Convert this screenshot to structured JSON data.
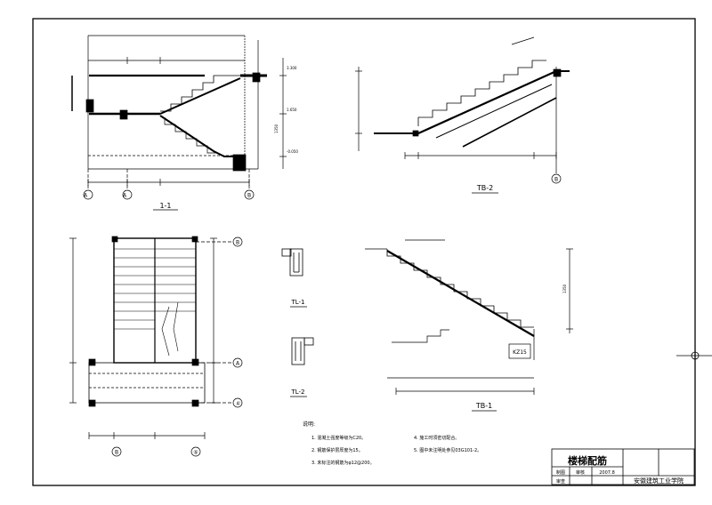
{
  "views": {
    "section_1_1": {
      "label": "1-1",
      "axes": [
        "A",
        "A",
        "B"
      ],
      "lvl_top": "3.300",
      "lvl_mid": "1.650",
      "lvl_low": "-0.050",
      "dim_height": "1350"
    },
    "tb2": {
      "label": "TB-2",
      "axis": "B"
    },
    "plan": {
      "axes_right": [
        "B",
        "A",
        "A'"
      ],
      "axes_bottom": [
        "B",
        "⑤"
      ]
    },
    "tl1": {
      "label": "TL-1"
    },
    "tl2": {
      "label": "TL-2"
    },
    "tb1": {
      "label": "TB-1",
      "pier": "KZ15",
      "dim_height": "1350"
    }
  },
  "notes": {
    "title": "说明:",
    "items": [
      "1. 混凝土强度等级为C20。",
      "2. 钢筋保护层厚度为15。",
      "3. 未标注的钢筋为φ12@200。",
      "4. 施工时须密切配合。",
      "5. 图中未注明处参见03G101-2。"
    ]
  },
  "title_block": {
    "title": "楼梯配筋",
    "row1": [
      "制图",
      "审核",
      "2007.8"
    ],
    "row2": [
      "审查"
    ],
    "school": "安徽建筑工业学院"
  }
}
